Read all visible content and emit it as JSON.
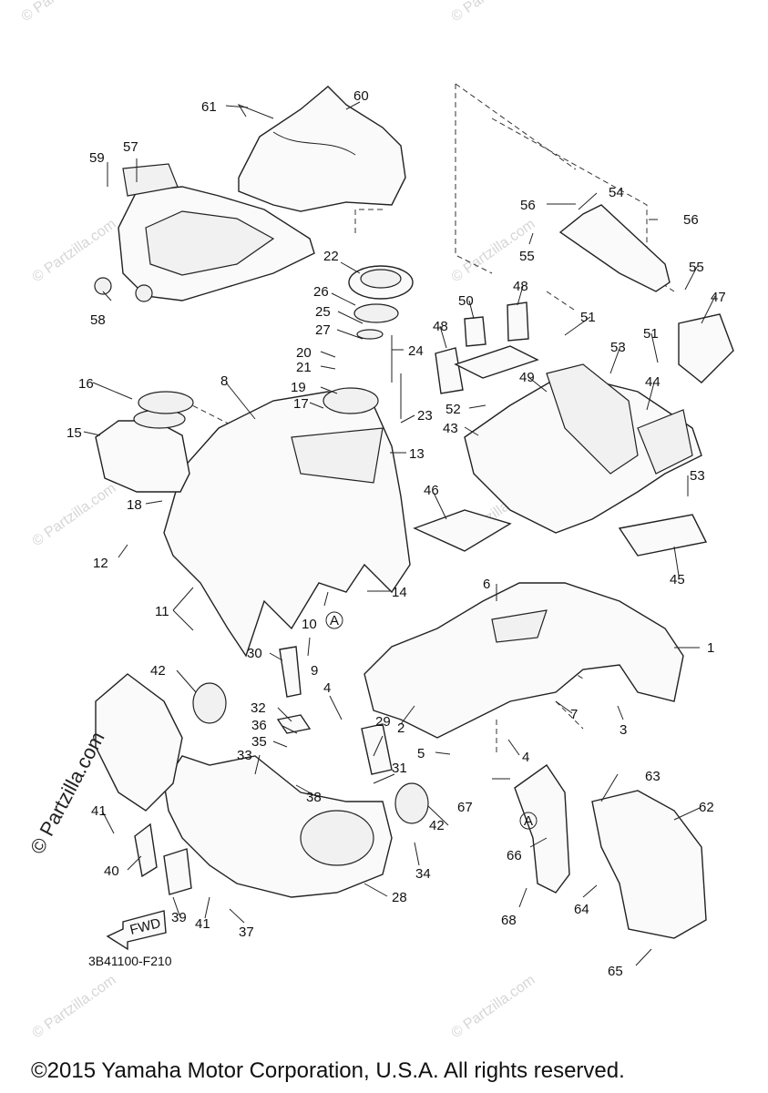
{
  "diagram": {
    "code": "3B41100-F210",
    "copyright": "©2015 Yamaha Motor Corporation, U.S.A. All rights reserved.",
    "watermark": "© Partzilla.com",
    "fwd_label": "FWD",
    "ref_marker": "A",
    "part_numbers": [
      "1",
      "2",
      "3",
      "4",
      "4",
      "5",
      "6",
      "7",
      "8",
      "9",
      "10",
      "11",
      "12",
      "13",
      "14",
      "15",
      "16",
      "17",
      "18",
      "19",
      "20",
      "21",
      "22",
      "23",
      "24",
      "25",
      "26",
      "27",
      "28",
      "29",
      "30",
      "31",
      "32",
      "33",
      "34",
      "35",
      "36",
      "37",
      "38",
      "39",
      "40",
      "41",
      "41",
      "42",
      "42",
      "43",
      "44",
      "45",
      "46",
      "47",
      "48",
      "48",
      "49",
      "50",
      "51",
      "51",
      "52",
      "53",
      "53",
      "54",
      "55",
      "55",
      "56",
      "56",
      "57",
      "58",
      "59",
      "60",
      "61",
      "62",
      "63",
      "64",
      "65",
      "66",
      "67",
      "68"
    ]
  }
}
